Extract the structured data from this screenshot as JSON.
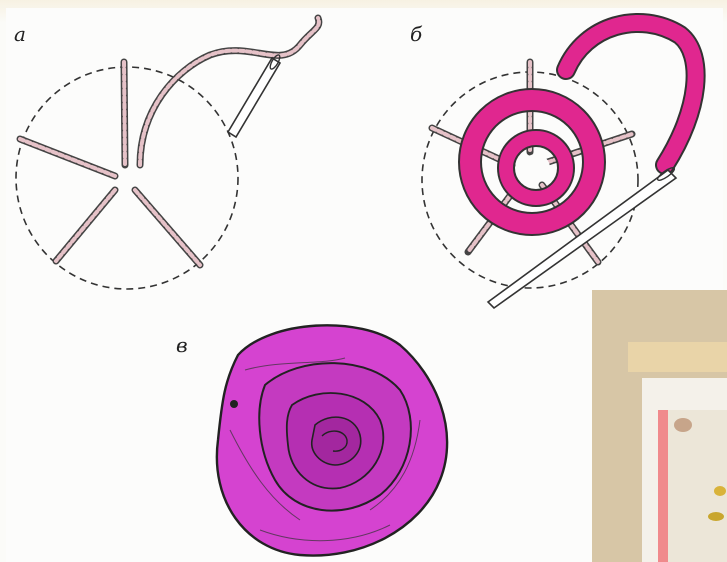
{
  "labels": {
    "a": "а",
    "b": "б",
    "v": "в"
  },
  "colors": {
    "ribbon": "#e0278f",
    "rose": "#d543d0",
    "thread": "#c8a0a8",
    "outline": "#333333",
    "frame": "#c9a877"
  },
  "photo": {
    "description_icon": "embroidered-rose-photo"
  }
}
